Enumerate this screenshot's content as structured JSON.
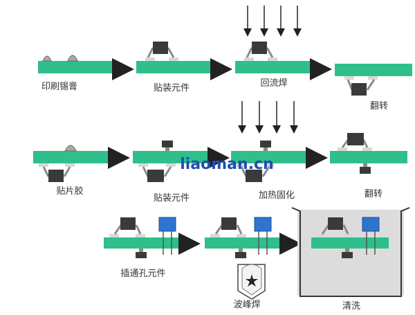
{
  "labels": {
    "print_paste": "印刷锡膏",
    "place_top": "贴装元件",
    "reflow": "回流焊",
    "flip_1": "翻转",
    "glue": "贴片胶",
    "place_bottom": "贴装元件",
    "cure": "加热固化",
    "flip_2": "翻转",
    "through_hole": "插通孔元件",
    "wave_solder": "波峰焊",
    "clean": "清洗"
  },
  "watermark": "liaoman.cn",
  "colors": {
    "board": "#2fbf8a",
    "chip": "#3a3a3a",
    "pad": "#d8d8d8",
    "lead": "#8a8a8a",
    "blue_part": "#2f74d0",
    "tank": "#dcdcdc",
    "arrow": "#222222"
  }
}
